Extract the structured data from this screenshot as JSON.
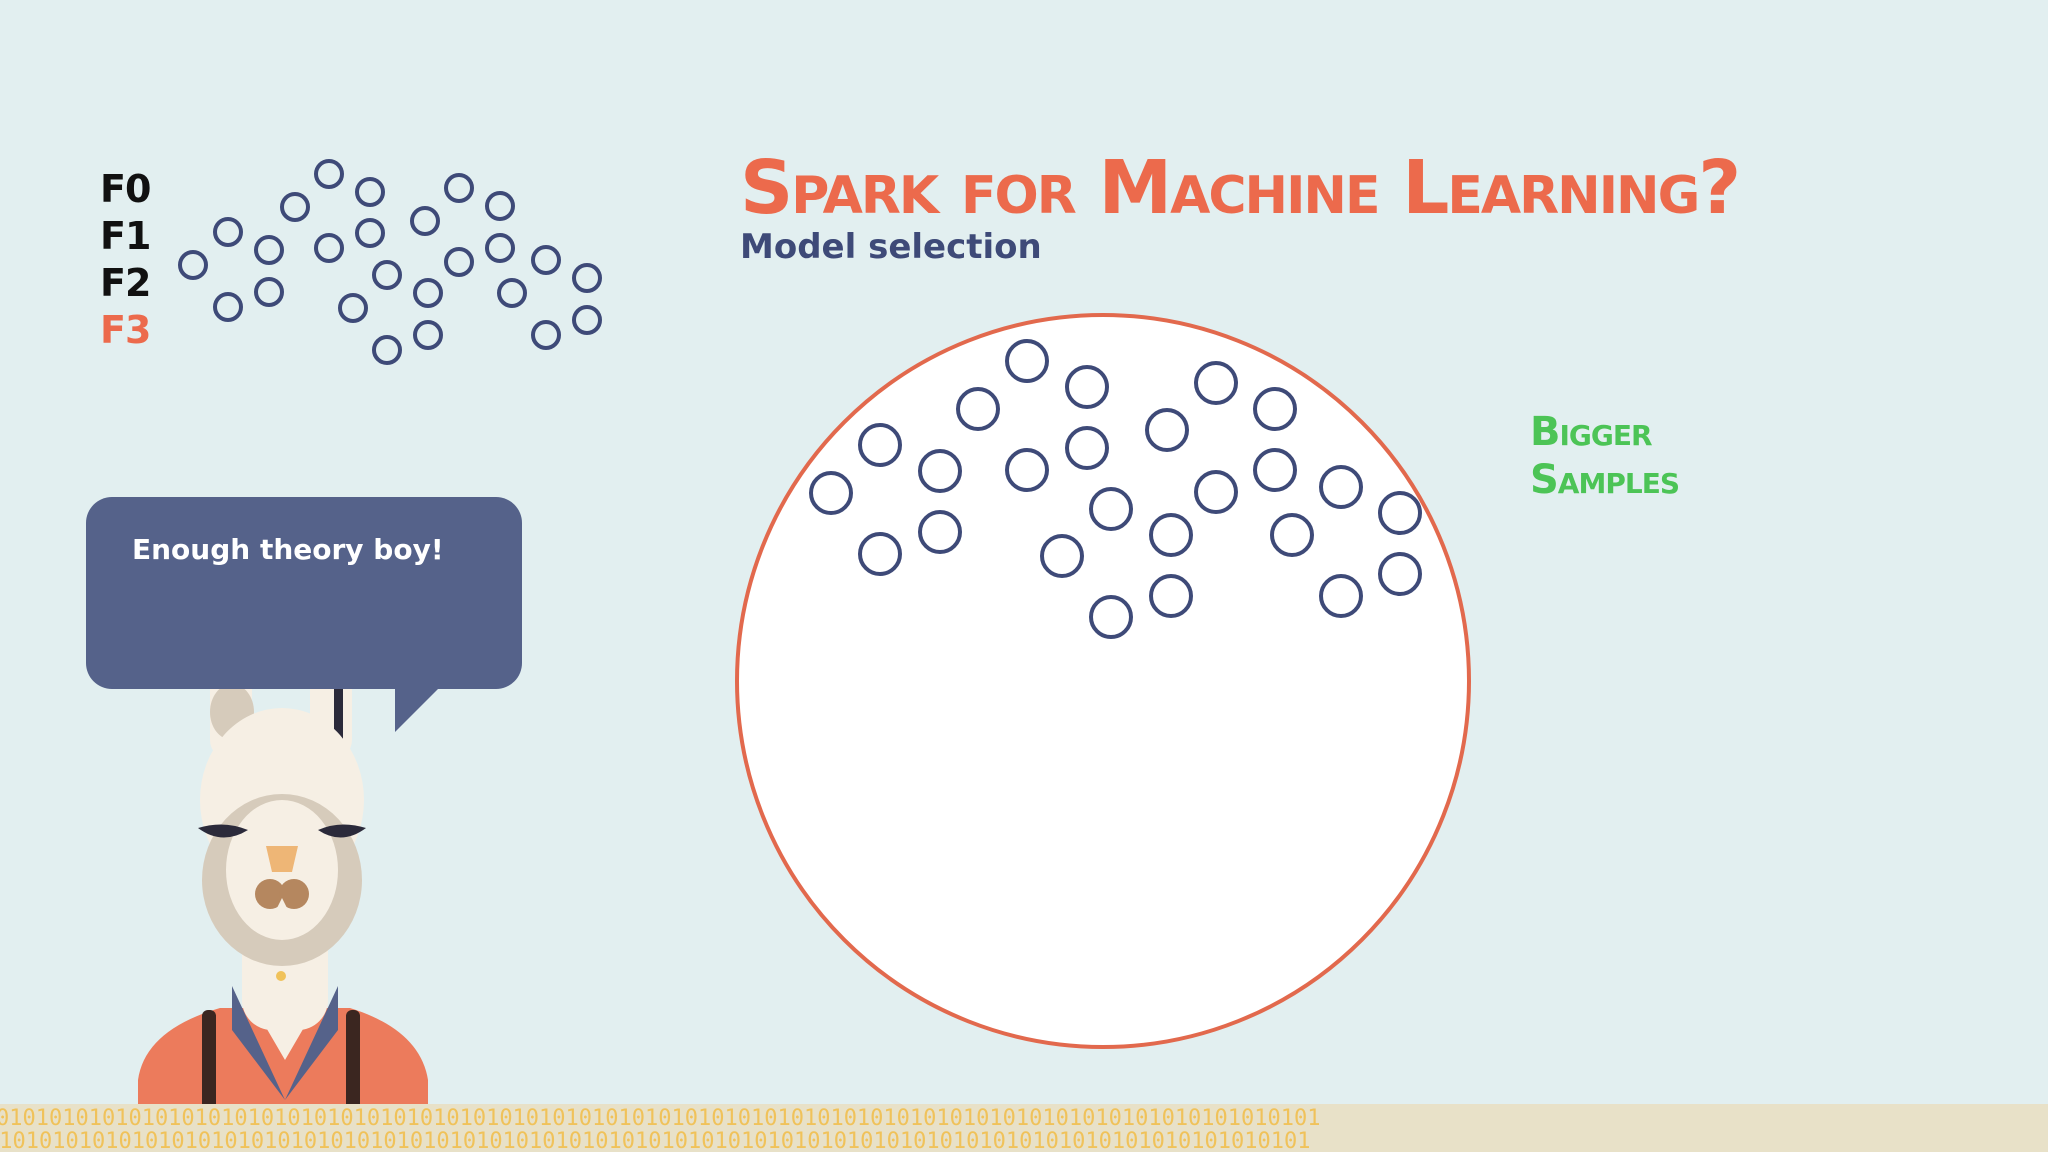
{
  "features": [
    {
      "label": "F0",
      "active": false
    },
    {
      "label": "F1",
      "active": false
    },
    {
      "label": "F2",
      "active": false
    },
    {
      "label": "F3",
      "active": true
    }
  ],
  "title": "Spark for Machine Learning?",
  "subtitle": "Model selection",
  "annotation": {
    "line1": "Bigger",
    "line2": "Samples"
  },
  "speech_bubble": {
    "text": "Enough theory boy!"
  },
  "footer_pattern": "0101010101010101010101010101010101010101010101010101010101010101010101010101010101010101010101010101",
  "colors": {
    "background": "#e2eff0",
    "accent": "#ec6a4c",
    "navy": "#3e4a78",
    "green": "#4cc456",
    "bubble": "#55628a",
    "footer_digits": "#f0c25a"
  },
  "icons": [
    "llama-mascot",
    "sample-circle-icon"
  ]
}
